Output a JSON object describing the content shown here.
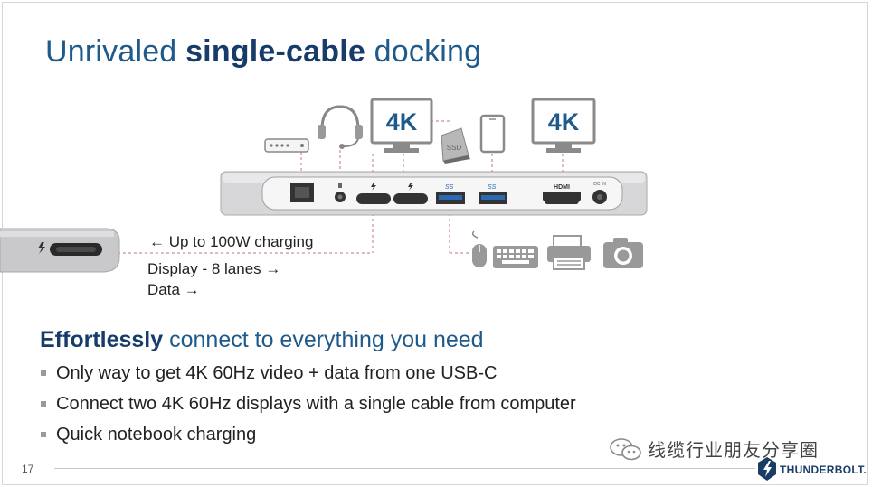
{
  "slide": {
    "title_pre": "Unrivaled ",
    "title_bold": "single-cable",
    "title_post": " docking",
    "monitor_left_label": "4K",
    "monitor_right_label": "4K",
    "port_hdmi_label": "HDMI",
    "port_usb1_label": "SS",
    "port_usb2_label": "SS",
    "port_dcin_label": "DC IN",
    "ssd_label": "SSD",
    "charging_label": "← Up to 100W charging",
    "display_label": "Display - 8 lanes →",
    "data_label": "Data →",
    "heading_bold": "Effortlessly",
    "heading_rest": " connect to everything you need",
    "bullets": [
      "Only way to get 4K 60Hz video + data from one USB-C",
      "Connect two 4K 60Hz displays with a single cable from computer",
      "Quick notebook charging"
    ],
    "page_number": "17",
    "watermark_text": "线缆行业朋友分享圈",
    "logo_text": "THUNDERBOLT."
  },
  "icons": [
    "router-icon",
    "headset-icon",
    "monitor-icon",
    "ssd-icon",
    "phone-icon",
    "mouse-icon",
    "keyboard-icon",
    "printer-icon",
    "camera-icon",
    "thunderbolt-icon",
    "wechat-icon"
  ]
}
